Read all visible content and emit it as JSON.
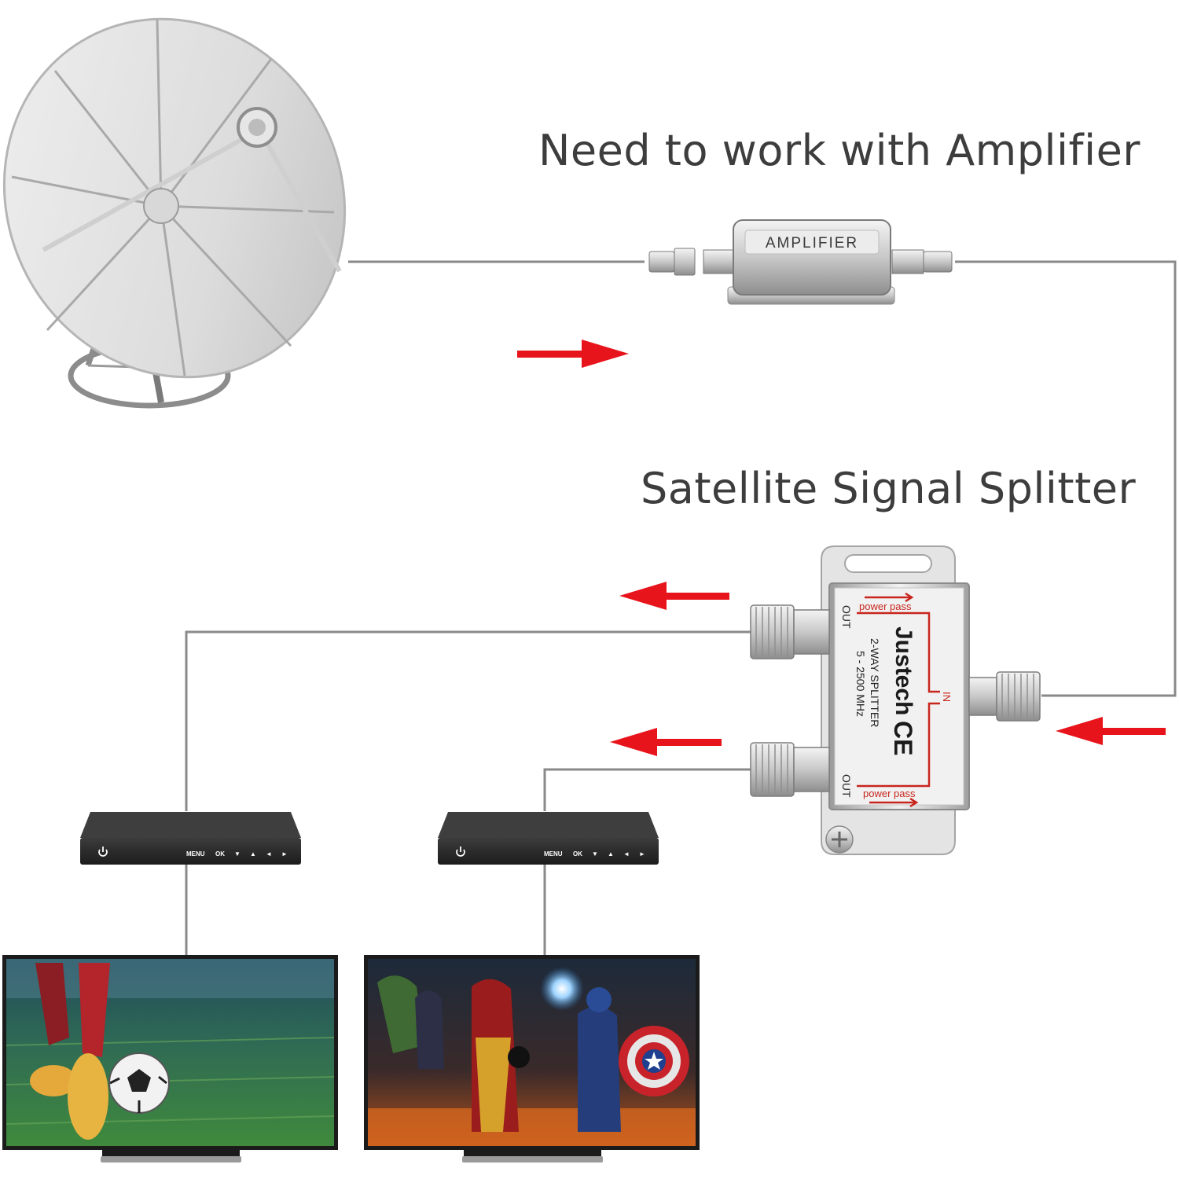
{
  "headings": {
    "amplifier": "Need to work with Amplifier",
    "splitter": "Satellite Signal Splitter"
  },
  "amplifier": {
    "label": "AMPLIFIER"
  },
  "splitter": {
    "brand": "Justech",
    "model": "2-WAY SPLITTER",
    "freq": "5 - 2500 MHz",
    "ce": "CE",
    "in_label": "IN",
    "out_label": "OUT",
    "power_pass": "power pass"
  },
  "receiver": {
    "menu": "MENU",
    "ok": "OK",
    "down": "▼",
    "up": "▲",
    "left": "◄",
    "right": "►"
  },
  "colors": {
    "arrow": "#e8141b",
    "cable": "#8a8a8a",
    "heading": "#3d3d3d",
    "receiver_body": "#2b2b2b"
  }
}
